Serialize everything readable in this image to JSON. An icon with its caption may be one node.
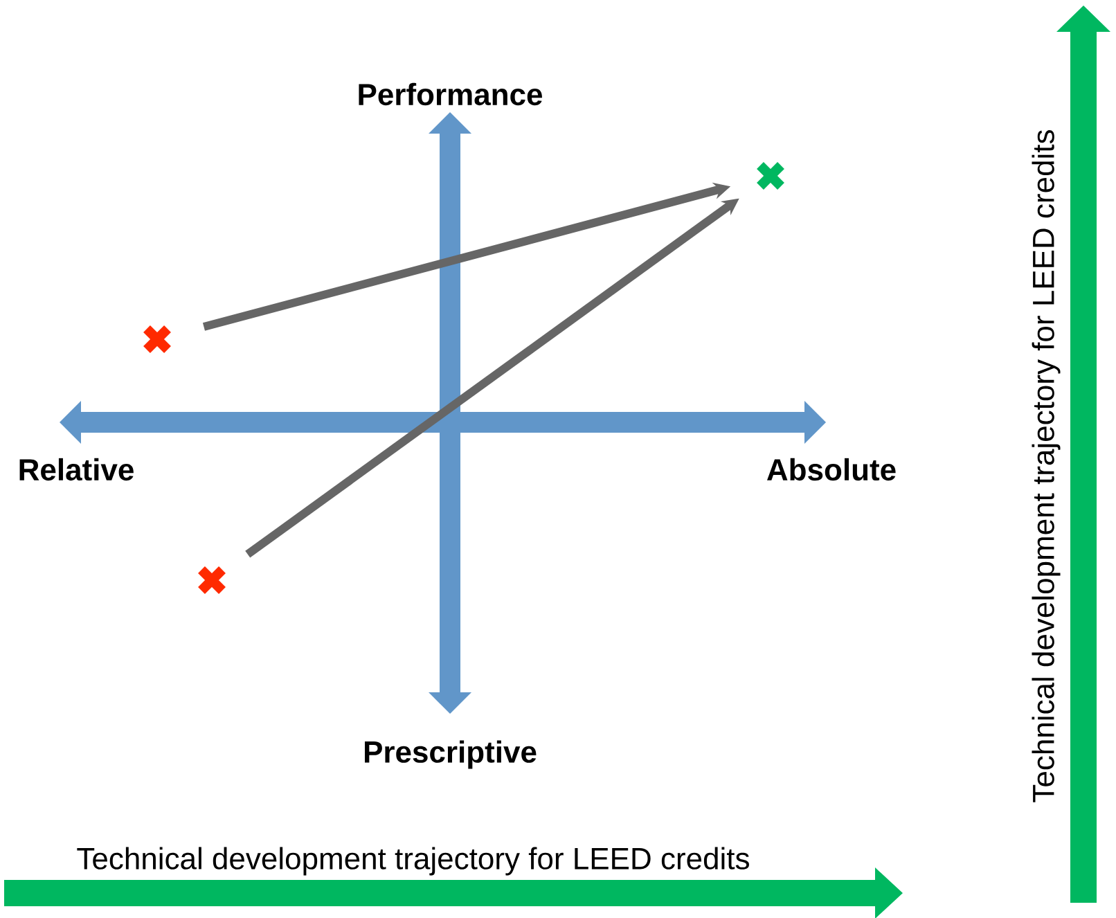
{
  "diagram": {
    "nodes": [
      {
        "text": [],
        "shape": "cross"
      },
      {
        "text": [],
        "shape": "cross"
      },
      {
        "text": [],
        "shape": "cross"
      }
    ],
    "edges": [
      {
        "from": 1,
        "to": 0,
        "arrow": "to"
      },
      {
        "from": 2,
        "to": 0,
        "arrow": "to"
      }
    ],
    "labels": [
      "Performance",
      "Technical development trajectory for LEED credits",
      "Relative",
      "Absolute",
      "Prescriptive",
      "Technical development trajectory for LEED credits"
    ]
  }
}
